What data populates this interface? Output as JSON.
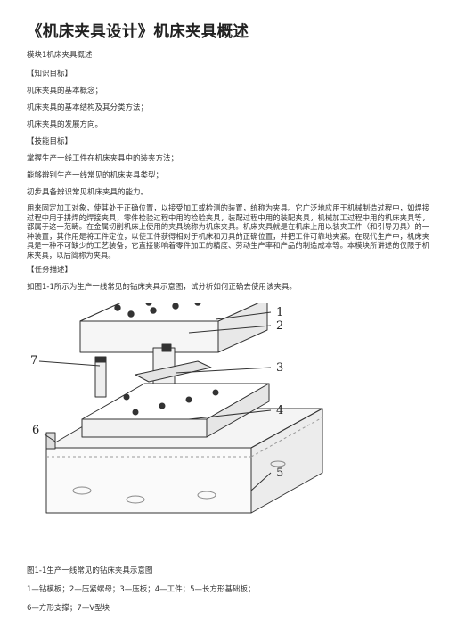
{
  "title": "《机床夹具设计》机床夹具概述",
  "module": "模块1机床夹具概述",
  "section_knowledge": "【知识目标】",
  "knowledge_items": [
    "机床夹具的基本概念；",
    "机床夹具的基本结构及其分类方法；",
    "机床夹具的发展方向。"
  ],
  "section_skill": "【技能目标】",
  "skill_items": [
    "掌握生产一线工件在机床夹具中的装夹方法；",
    "能够辨别生产一线常见的机床夹具类型；",
    "初步具备辨识常见机床夹具的能力。"
  ],
  "intro_paragraph": "用来固定加工对象，使其处于正确位置，以接受加工或检测的装置，统称为夹具。它广泛地应用于机械制造过程中，如焊接过程中用于拼焊的焊接夹具，零件检验过程中用的检验夹具，装配过程中用的装配夹具，机械加工过程中用的机床夹具等，都属于这一范畴。在金属切削机床上使用的夹具统称为机床夹具。机床夹具就是在机床上用以装夹工件（和引导刀具）的一种装置，其作用是将工件定位，以使工件获得相对于机床和刀具的正确位置，并把工件可靠地夹紧。在现代生产中，机床夹具是一种不可缺少的工艺装备，它直接影响着零件加工的精度、劳动生产率和产品的制造成本等。本模块所讲述的仅限于机床夹具，以后简称为夹具。",
  "section_task": "【任务描述】",
  "task_text": "如图1-1所示为生产一线常见的钻床夹具示意图，试分析如何正确去使用该夹具。",
  "figure": {
    "callouts": [
      "1",
      "2",
      "3",
      "4",
      "5",
      "6",
      "7"
    ],
    "caption": "图1-1生产一线常见的钻床夹具示意图",
    "legend_line1": "1—钻模板；2—压紧螺母；3—压板；4—工件；5—长方形基础板；",
    "legend_line2": "6—方形支撑；7—V型块"
  }
}
